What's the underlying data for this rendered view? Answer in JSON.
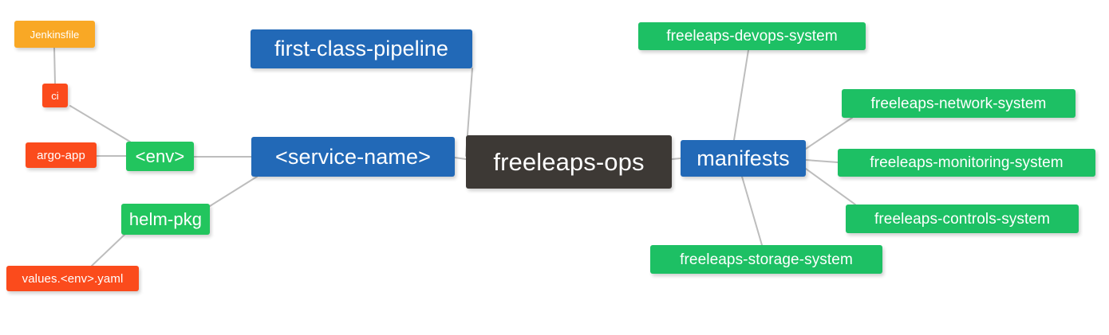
{
  "diagram": {
    "type": "mindmap",
    "title": "freeleaps-ops",
    "background": "#ffffff",
    "edge_color": "#bdbdbd",
    "palette": {
      "root": "#3d3935",
      "blue": "#2269b7",
      "green": "#22c55e",
      "orange": "#f9a825",
      "red": "#fb4b1c"
    }
  },
  "nodes": {
    "root": {
      "label": "freeleaps-ops"
    },
    "first_class_pipeline": {
      "label": "first-class-pipeline"
    },
    "service_name": {
      "label": "<service-name>"
    },
    "manifests": {
      "label": "manifests"
    },
    "env": {
      "label": "<env>"
    },
    "helm_pkg": {
      "label": "helm-pkg"
    },
    "jenkinsfile": {
      "label": "Jenkinsfile"
    },
    "ci": {
      "label": "ci"
    },
    "argo_app": {
      "label": "argo-app"
    },
    "values_yaml": {
      "label": "values.<env>.yaml"
    },
    "devops_system": {
      "label": "freeleaps-devops-system"
    },
    "network_system": {
      "label": "freeleaps-network-system"
    },
    "monitoring_system": {
      "label": "freeleaps-monitoring-system"
    },
    "controls_system": {
      "label": "freeleaps-controls-system"
    },
    "storage_system": {
      "label": "freeleaps-storage-system"
    }
  },
  "edges": [
    {
      "from": "root",
      "to": "first_class_pipeline"
    },
    {
      "from": "root",
      "to": "service_name"
    },
    {
      "from": "root",
      "to": "manifests"
    },
    {
      "from": "service_name",
      "to": "env"
    },
    {
      "from": "service_name",
      "to": "helm_pkg"
    },
    {
      "from": "env",
      "to": "ci"
    },
    {
      "from": "env",
      "to": "argo_app"
    },
    {
      "from": "ci",
      "to": "jenkinsfile"
    },
    {
      "from": "helm_pkg",
      "to": "values_yaml"
    },
    {
      "from": "manifests",
      "to": "devops_system"
    },
    {
      "from": "manifests",
      "to": "network_system"
    },
    {
      "from": "manifests",
      "to": "monitoring_system"
    },
    {
      "from": "manifests",
      "to": "controls_system"
    },
    {
      "from": "manifests",
      "to": "storage_system"
    }
  ]
}
